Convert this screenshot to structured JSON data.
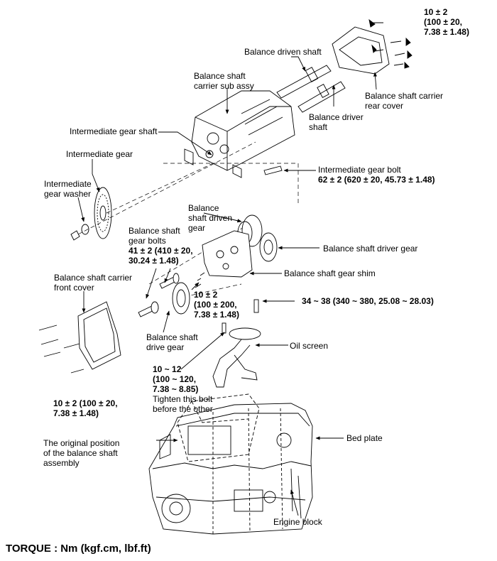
{
  "labels": {
    "bolt_rear_cover": "10 ± 2\n(100 ± 20,\n7.38 ± 1.48)",
    "balance_driven_shaft": "Balance driven shaft",
    "carrier_sub_assy": "Balance shaft\ncarrier sub assy",
    "carrier_rear_cover": "Balance shaft carrier\nrear cover",
    "balance_driver_shaft": "Balance driver\nshaft",
    "intermediate_gear_shaft": "Intermediate gear shaft",
    "intermediate_gear": "Intermediate gear",
    "intermediate_gear_bolt": "Intermediate gear bolt",
    "intermediate_gear_bolt_torque": "62 ± 2 (620 ± 20, 45.73 ± 1.48)",
    "intermediate_gear_washer": "Intermediate\ngear washer",
    "balance_shaft_driven_gear": "Balance\nshaft driven\ngear",
    "gear_bolts": "Balance shaft\ngear bolts",
    "gear_bolts_torque": "41 ± 2 (410 ± 20,\n30.24 ± 1.48)",
    "balance_shaft_driver_gear": "Balance shaft driver gear",
    "balance_shaft_gear_shim": "Balance shaft gear shim",
    "carrier_front_cover": "Balance shaft carrier\nfront cover",
    "shim_bolt_torque": "10 ± 2\n(100 ± 200,\n7.38 ± 1.48)",
    "oil_screen_bolt_torque": "34 ~ 38 (340 ~ 380, 25.08 ~ 28.03)",
    "balance_shaft_drive_gear": "Balance shaft\ndrive gear",
    "oil_screen": "Oil screen",
    "oil_screen_pipe_bolt_torque": "10 ~ 12\n(100 ~ 120,\n7.38 ~ 8.85)",
    "tighten_note": "Tighten this bolt\nbefore the other",
    "front_cover_bolt_torque": "10 ± 2 (100 ± 20,\n7.38 ± 1.48)",
    "original_position": "The original position\nof the balance shaft\nassembly",
    "bed_plate": "Bed plate",
    "engine_block": "Engine block"
  },
  "footer": "TORQUE : Nm (kgf.cm, lbf.ft)"
}
